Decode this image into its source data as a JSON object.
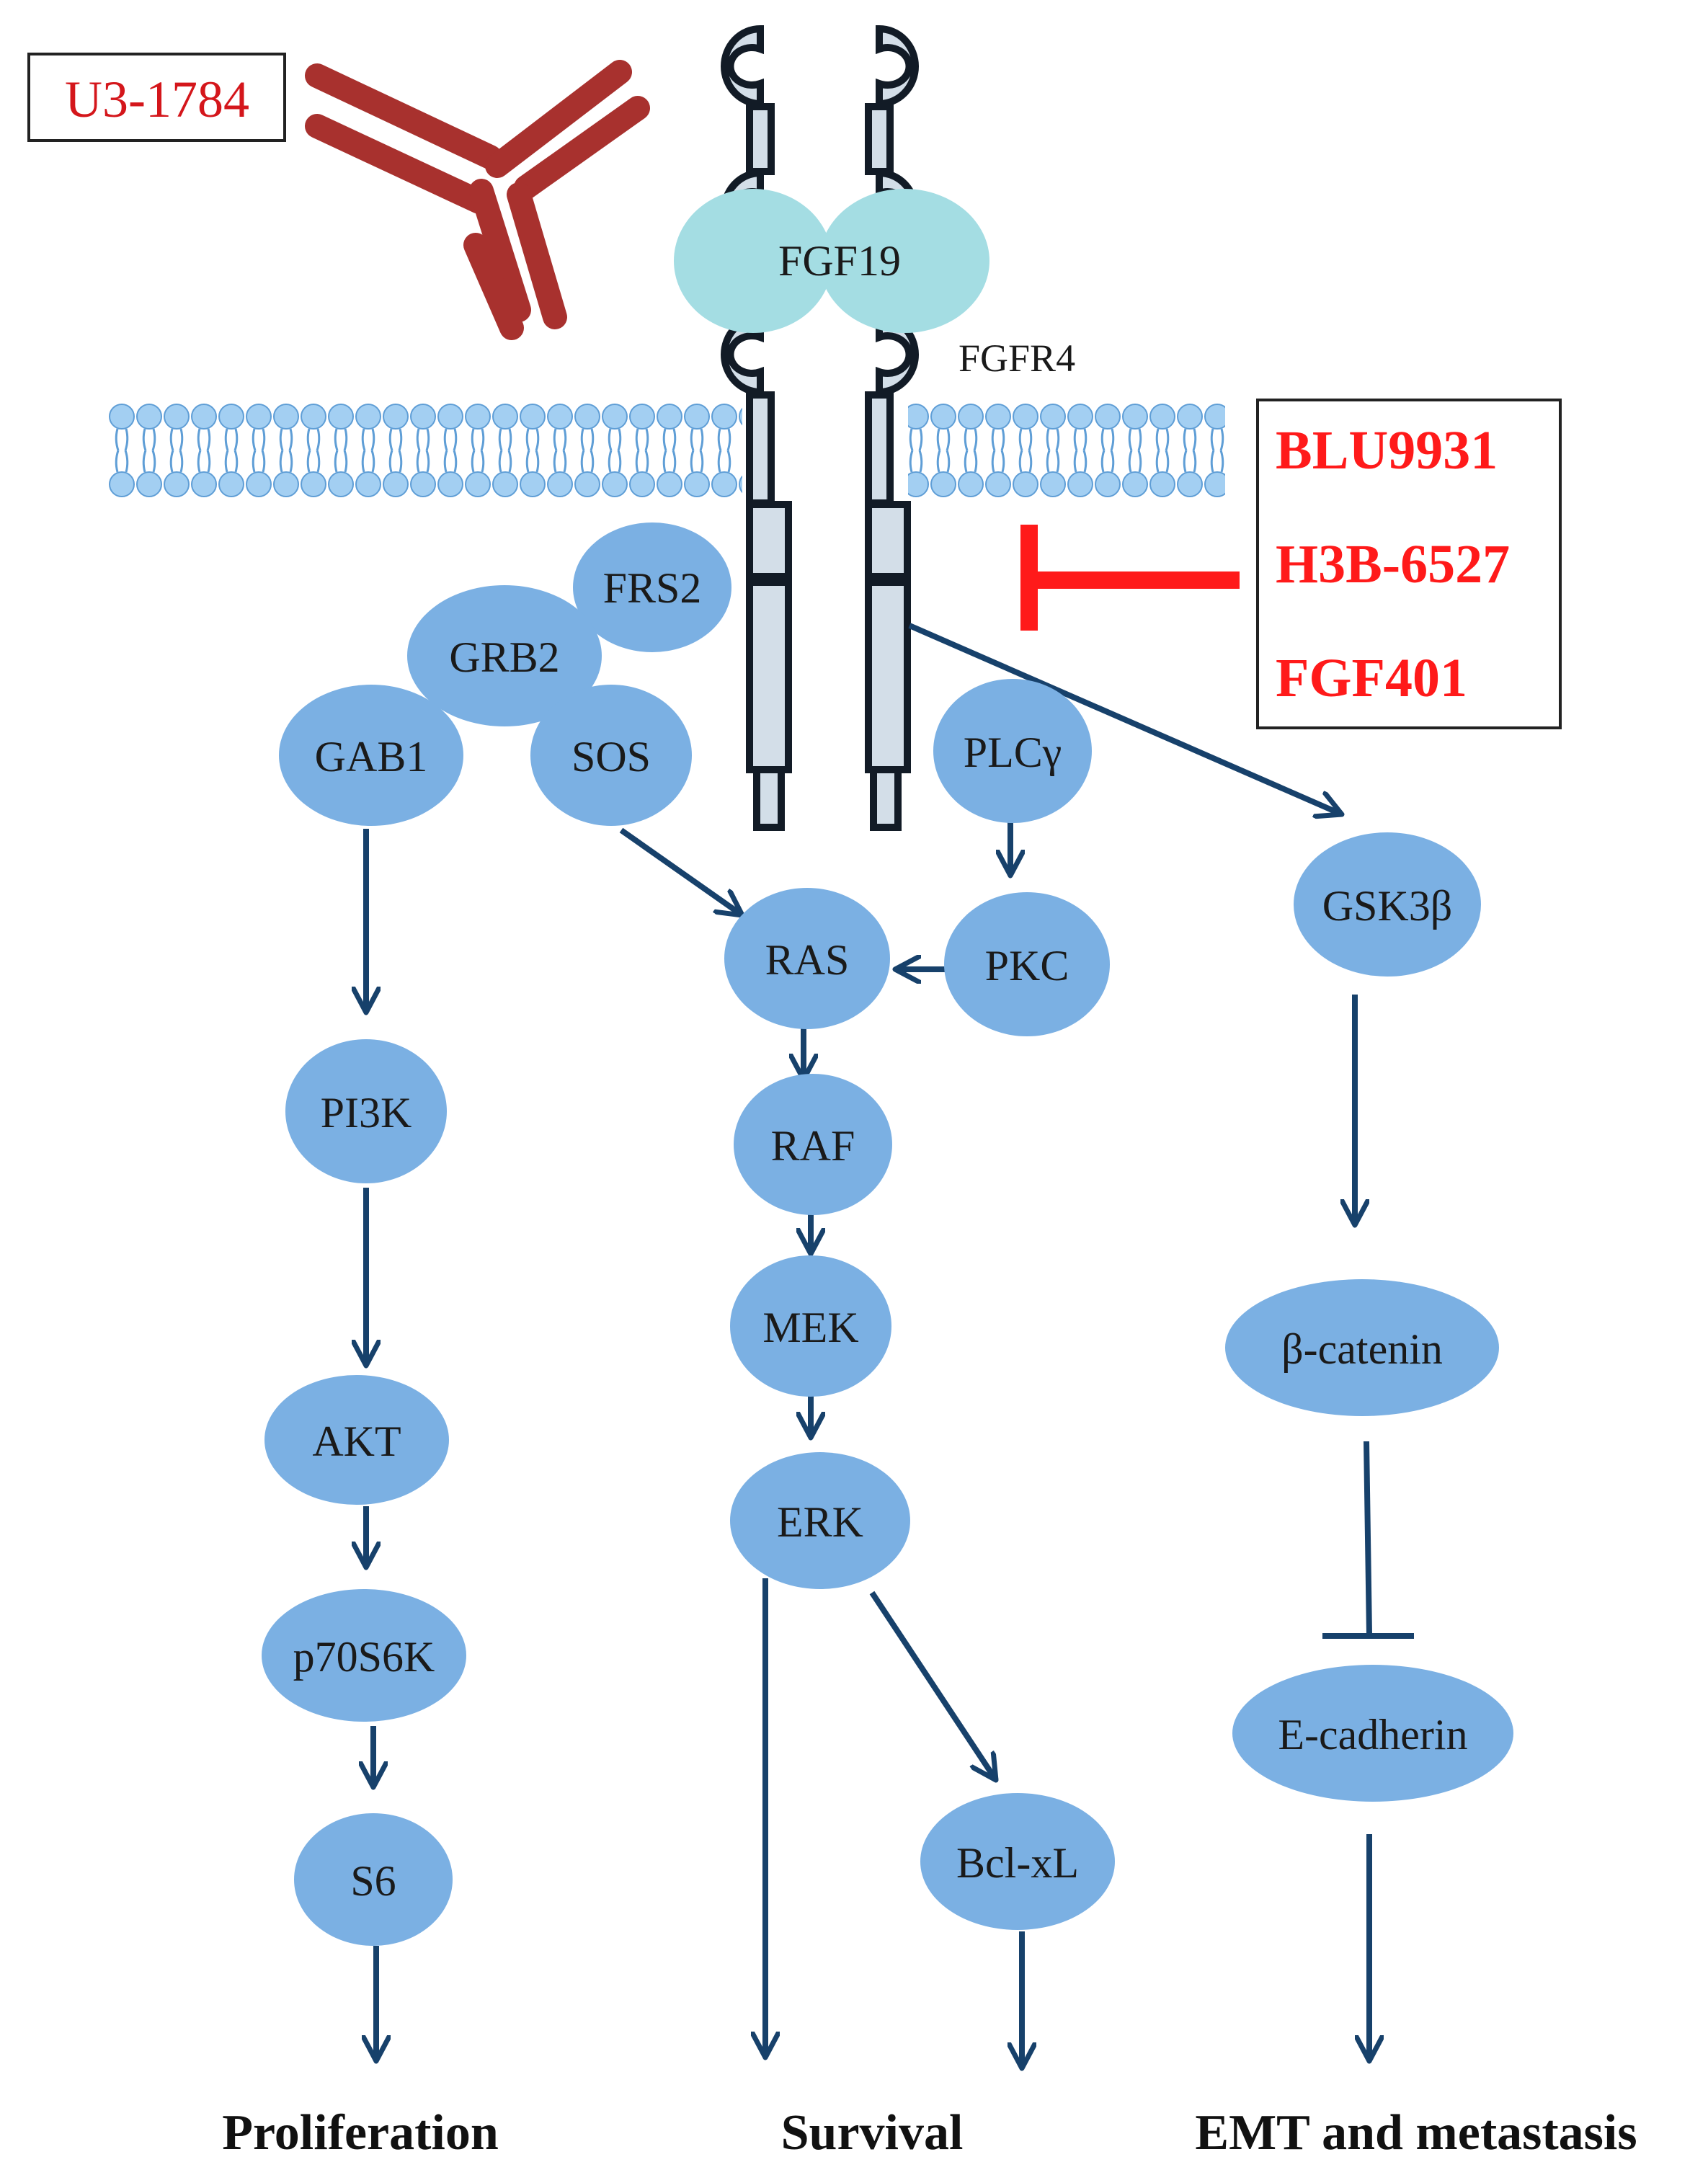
{
  "drugs": {
    "antibody": "U3-1784",
    "inhibitors": [
      "BLU9931",
      "H3B-6527",
      "FGF401"
    ]
  },
  "ligand": "FGF19",
  "receptor": "FGFR4",
  "nodes": {
    "frs2": "FRS2",
    "grb2": "GRB2",
    "gab1": "GAB1",
    "sos": "SOS",
    "plcg": "PLCγ",
    "ras": "RAS",
    "pkc": "PKC",
    "raf": "RAF",
    "mek": "MEK",
    "erk": "ERK",
    "bclxl": "Bcl-xL",
    "pi3k": "PI3K",
    "akt": "AKT",
    "p70s6k": "p70S6K",
    "s6": "S6",
    "gsk3b": "GSK3β",
    "bcatenin": "β-catenin",
    "ecadherin": "E-cadherin"
  },
  "outcomes": {
    "proliferation": "Proliferation",
    "survival": "Survival",
    "emt": "EMT and metastasis"
  },
  "colors": {
    "node_fill": "#7bb0e3",
    "ligand_fill": "#a4dde3",
    "arrow": "#17416b",
    "inhibitor": "#ff1a1a",
    "antibody": "#a8312e",
    "membrane": "#9cc9ee"
  }
}
